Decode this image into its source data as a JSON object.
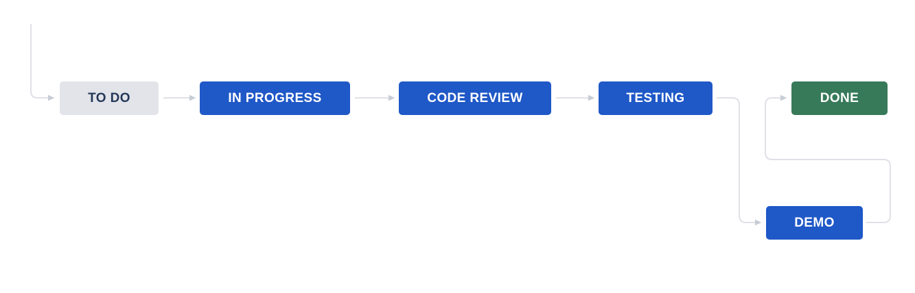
{
  "diagram": {
    "type": "workflow",
    "colors": {
      "status_blue": "#1f58c7",
      "status_gray": "#e2e4e9",
      "status_green": "#377a5a",
      "text_on_blue": "#ffffff",
      "text_on_gray": "#253858",
      "connector_line": "#dfe1e6",
      "arrowhead": "#c7cdd6",
      "background": "#ffffff"
    },
    "nodes": [
      {
        "id": "todo",
        "label": "TO DO",
        "category": "todo"
      },
      {
        "id": "in-progress",
        "label": "IN PROGRESS",
        "category": "in-progress"
      },
      {
        "id": "code-review",
        "label": "CODE REVIEW",
        "category": "in-progress"
      },
      {
        "id": "testing",
        "label": "TESTING",
        "category": "in-progress"
      },
      {
        "id": "done",
        "label": "DONE",
        "category": "done"
      },
      {
        "id": "demo",
        "label": "DEMO",
        "category": "in-progress"
      }
    ],
    "transitions": [
      {
        "from": "start",
        "to": "todo"
      },
      {
        "from": "todo",
        "to": "in-progress"
      },
      {
        "from": "in-progress",
        "to": "code-review"
      },
      {
        "from": "code-review",
        "to": "testing"
      },
      {
        "from": "testing",
        "to": "demo"
      },
      {
        "from": "demo",
        "to": "done"
      }
    ]
  }
}
